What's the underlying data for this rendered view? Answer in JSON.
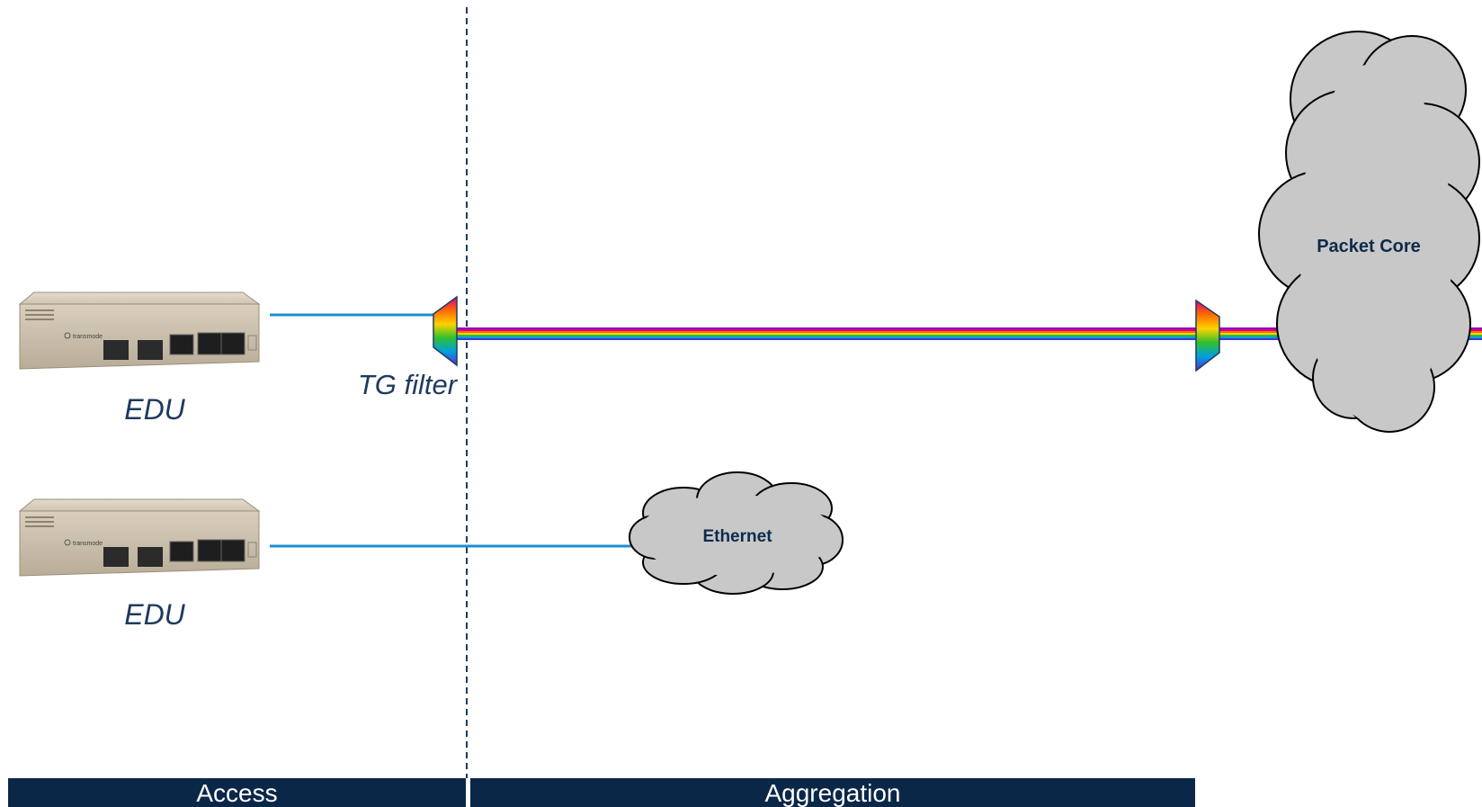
{
  "edu_top_label": "EDU",
  "edu_bottom_label": "EDU",
  "device_brand": "transmode",
  "filter_label": "TG filter",
  "packet_core_label": "Packet Core",
  "ethernet_label": "Ethernet",
  "segments": {
    "access": "Access",
    "aggregation": "Aggregation"
  },
  "colors": {
    "band_bg": "#0b2748",
    "link_blue": "#1a8fd0",
    "cloud_fill": "#c8c8c8",
    "label_text": "#1f3a5f",
    "spectrum": [
      "#8a00c8",
      "#e0007a",
      "#ff6a00",
      "#ffd200",
      "#2fbf2f",
      "#00a0e0",
      "#3a3ad0"
    ]
  }
}
